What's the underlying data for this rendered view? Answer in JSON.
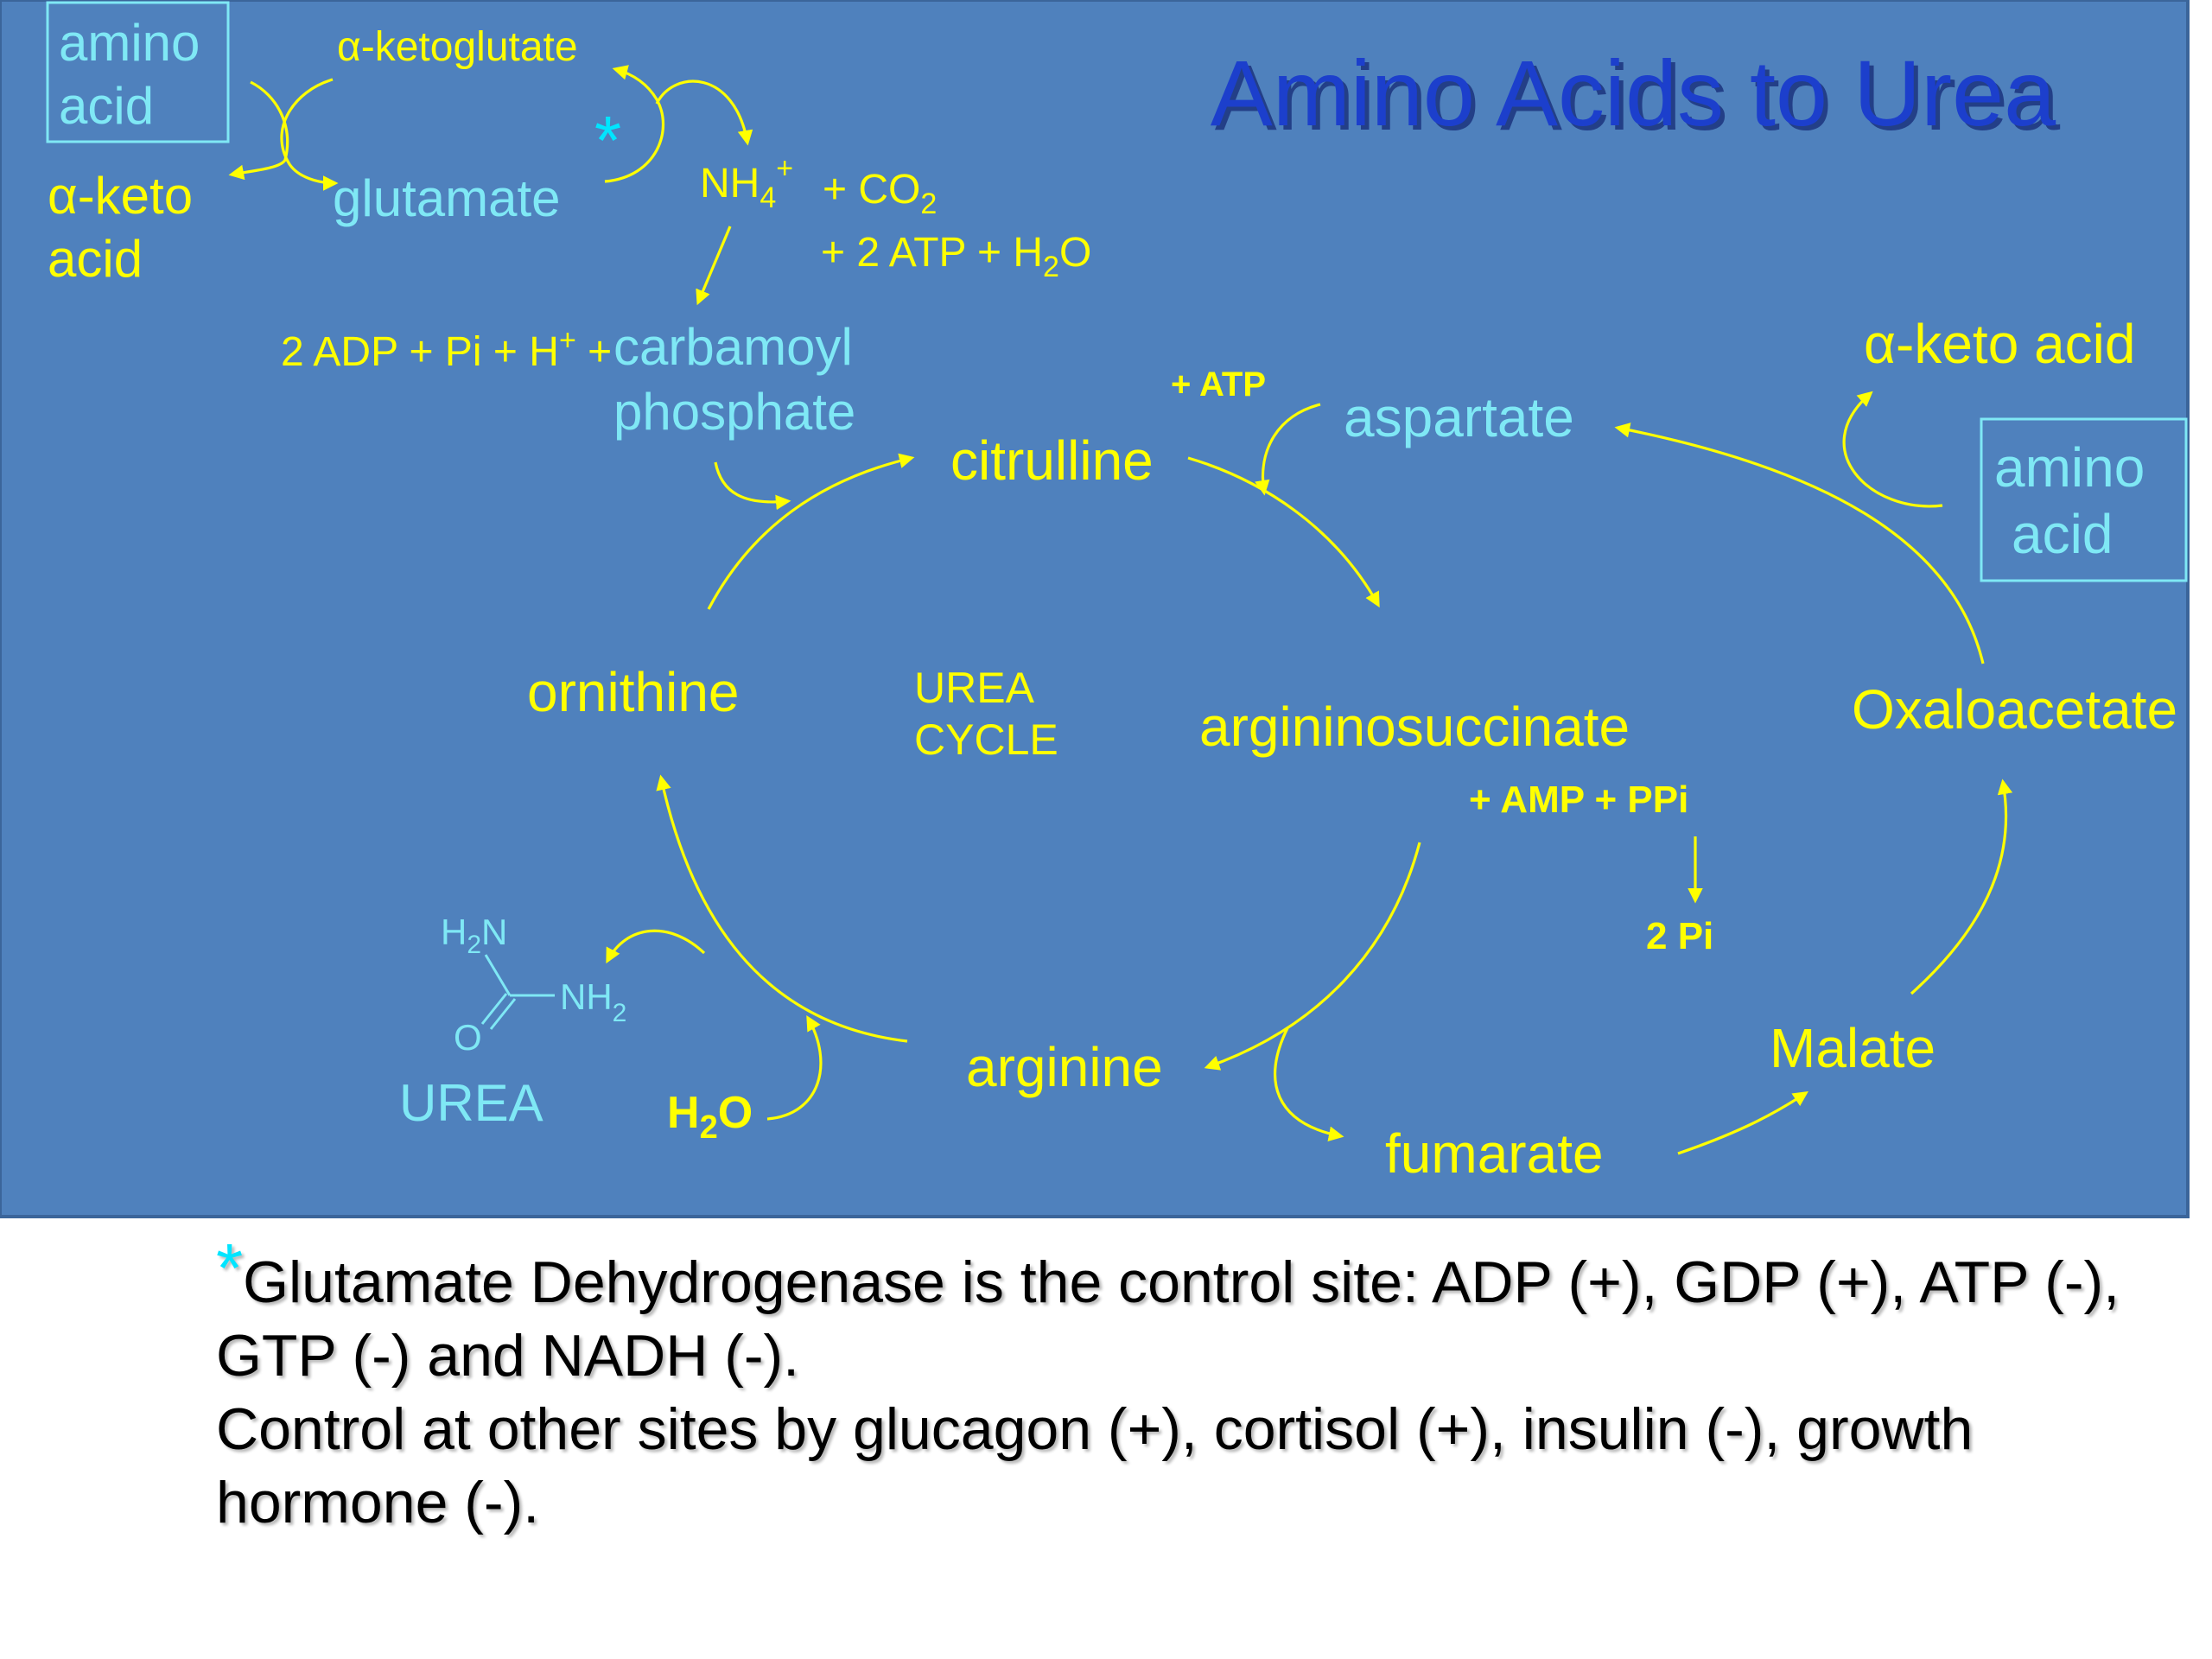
{
  "title": "Amino Acids to Urea",
  "colors": {
    "panel": "#4f81bd",
    "yellow": "#ffff00",
    "cyan": "#7fe8f5",
    "star": "#00e5ff"
  },
  "labels": {
    "amino_acid_left": [
      "amino",
      "acid"
    ],
    "alpha_ketoglutate": "α-ketoglutate",
    "glutamate": "glutamate",
    "alpha_keto_acid_left": [
      "α-keto",
      "acid"
    ],
    "star": "*",
    "nh4": "NH4+",
    "co2": "+ CO2",
    "atp_h2o": "+ 2 ATP + H2O",
    "adp_pi": "2 ADP + Pi + H+ +",
    "carbamoyl_phosphate": [
      "carbamoyl",
      "phosphate"
    ],
    "plus_atp": "+ ATP",
    "citrulline": "citrulline",
    "aspartate": "aspartate",
    "alpha_keto_acid_right": "α-keto acid",
    "amino_acid_right": [
      "amino",
      "acid"
    ],
    "ornithine": "ornithine",
    "urea_cycle": [
      "UREA",
      "CYCLE"
    ],
    "argininosuccinate": "argininosuccinate",
    "oxaloacetate": "Oxaloacetate",
    "amp_ppi": "+ AMP + PPi",
    "two_pi": "2 Pi",
    "h2n": "H2N",
    "nh2": "NH2",
    "o": "O",
    "urea": "UREA",
    "h2o": "H2O",
    "arginine": "arginine",
    "malate": "Malate",
    "fumarate": "fumarate"
  },
  "note": {
    "star": "*",
    "line1": "Glutamate Dehydrogenase is the control site: ADP (+),        GDP (+),  ATP (-), GTP (-) and NADH (-).",
    "line2": "Control at other sites by glucagon (+), cortisol (+), insulin (-), growth hormone (-)."
  }
}
